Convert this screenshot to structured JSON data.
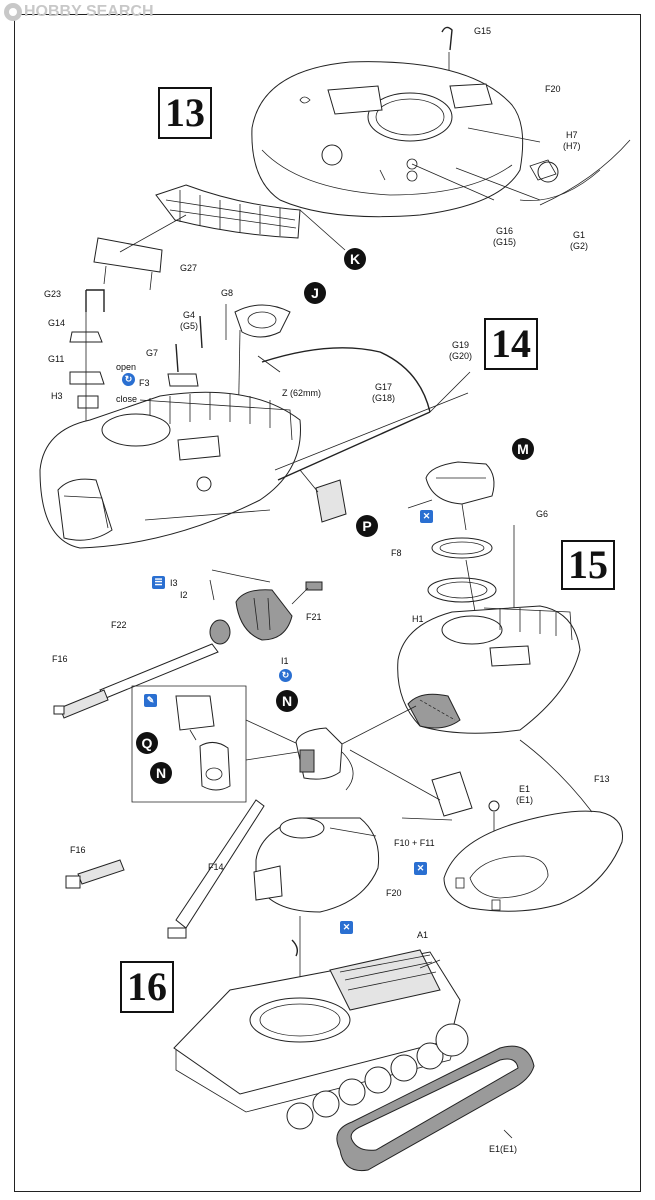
{
  "watermark": {
    "text": "HOBBY SEARCH"
  },
  "steps": [
    {
      "number": "13"
    },
    {
      "number": "14"
    },
    {
      "number": "15"
    },
    {
      "number": "16"
    }
  ],
  "callouts": {
    "K": "K",
    "J": "J",
    "P": "P",
    "M": "M",
    "N1": "N",
    "N2": "N",
    "Q": "Q"
  },
  "labels": {
    "G15": "G15",
    "F20_top": "F20",
    "H7": "H7",
    "H7_alt": "(H7)",
    "G16": "G16",
    "G16_alt": "(G15)",
    "G1": "G1",
    "G1_alt": "(G2)",
    "G27": "G27",
    "G23": "G23",
    "G8": "G8",
    "G4": "G4",
    "G4_alt": "(G5)",
    "G14": "G14",
    "G7": "G7",
    "G11": "G11",
    "open": "open",
    "F3": "F3",
    "close": "close",
    "H3": "H3",
    "G19": "G19",
    "G19_alt": "(G20)",
    "Z": "Z (62mm)",
    "G17": "G17",
    "G17_alt": "(G18)",
    "G6": "G6",
    "F8": "F8",
    "H1": "H1",
    "I3": "I3",
    "I2": "I2",
    "F21": "F21",
    "F22": "F22",
    "I1": "I1",
    "F16_a": "F16",
    "E1": "E1",
    "E1_alt": "(E1)",
    "F13": "F13",
    "F10F11": "F10 + F11",
    "F16_b": "F16",
    "F14": "F14",
    "F20_mid": "F20",
    "A1": "A1",
    "E1_track": "E1(E1)"
  },
  "icons": {
    "rotate_1": "rotate-icon",
    "glue_1": "no-glue-icon",
    "glue_2": "no-glue-icon",
    "glue_3": "no-glue-icon",
    "option_icon": "option-icon",
    "paint_icon": "paint-icon"
  }
}
